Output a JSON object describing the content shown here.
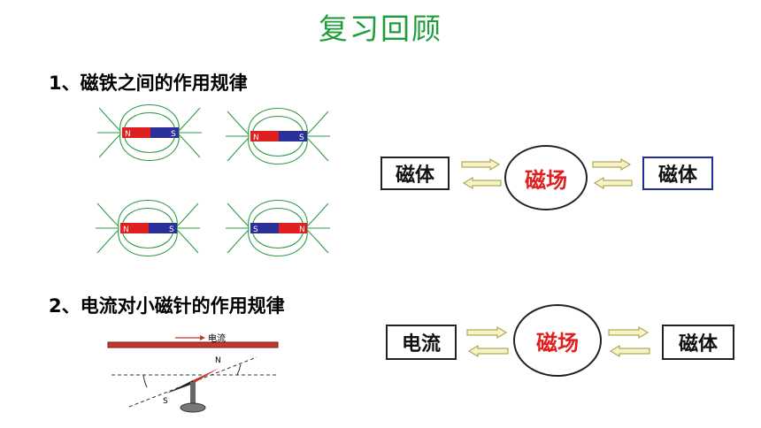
{
  "slide": {
    "title": "复习回顾"
  },
  "section1": {
    "heading": "1、磁铁之间的作用规律",
    "magnets": [
      {
        "left": "N",
        "right": "S"
      },
      {
        "left": "N",
        "right": "S"
      },
      {
        "left": "N",
        "right": "S"
      },
      {
        "left": "S",
        "right": "N"
      }
    ],
    "diagram": {
      "left_box": "磁体",
      "center": "磁场",
      "right_box": "磁体"
    }
  },
  "section2": {
    "heading": "2、电流对小磁针的作用规律",
    "current_label": "电流",
    "needle_n": "N",
    "needle_s": "S",
    "diagram": {
      "left_box": "电流",
      "center": "磁场",
      "right_box": "磁体"
    }
  },
  "colors": {
    "title": "#1f9d3b",
    "field_lines": "#2e9a44",
    "magnet_red": "#e02020",
    "magnet_blue": "#2a2f9a",
    "center_text": "#e02020",
    "arrow_fill": "#f7f3c8",
    "arrow_stroke": "#9c9a30",
    "right_box_border_1": "#1f2f8f"
  }
}
